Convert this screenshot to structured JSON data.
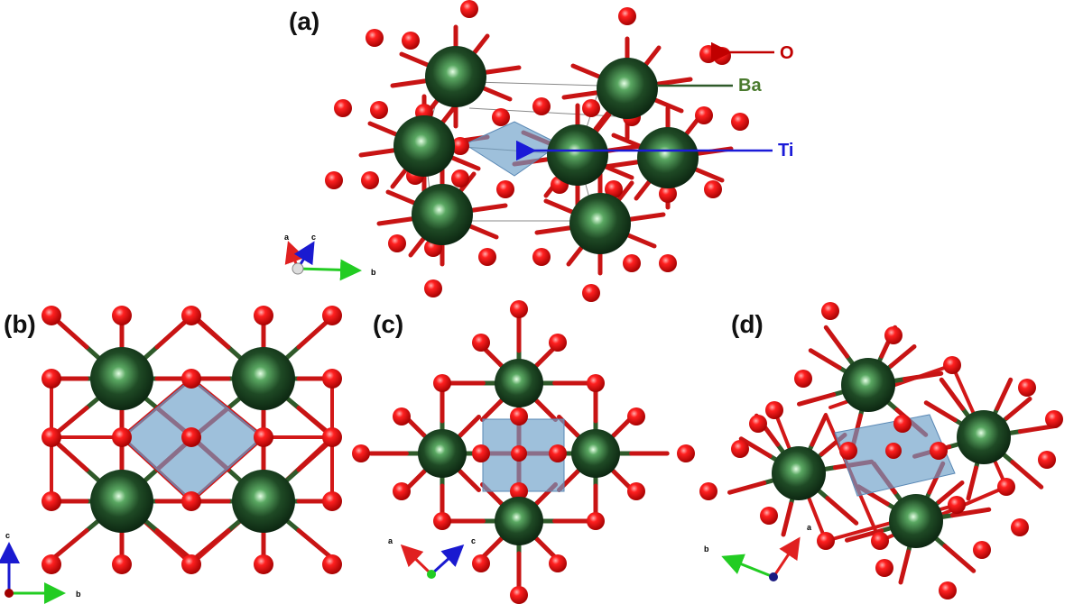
{
  "panels": {
    "a": "(a)",
    "b": "(b)",
    "c": "(c)",
    "d": "(d)"
  },
  "callouts": {
    "o": "O",
    "ba": "Ba",
    "ti": "Ti"
  },
  "axes": {
    "a": {
      "x1": "a",
      "x2": "c",
      "x3": "b"
    },
    "b": {
      "x1": "c",
      "x2": "b"
    },
    "c": {
      "x1": "a",
      "x2": "c"
    },
    "d": {
      "x1": "a",
      "x2": "b"
    }
  },
  "colors": {
    "oxygen": "#e00000",
    "barium": "#1f4a25",
    "titanium_octahedron": "#6a9ec8",
    "bond": "#c81414",
    "o_callout": "#c00000",
    "ba_callout": "#4a7a2e",
    "ti_callout": "#1a1ad8",
    "axis_red": "#e02020",
    "axis_green": "#22cc22",
    "axis_blue": "#1a1ad0"
  }
}
